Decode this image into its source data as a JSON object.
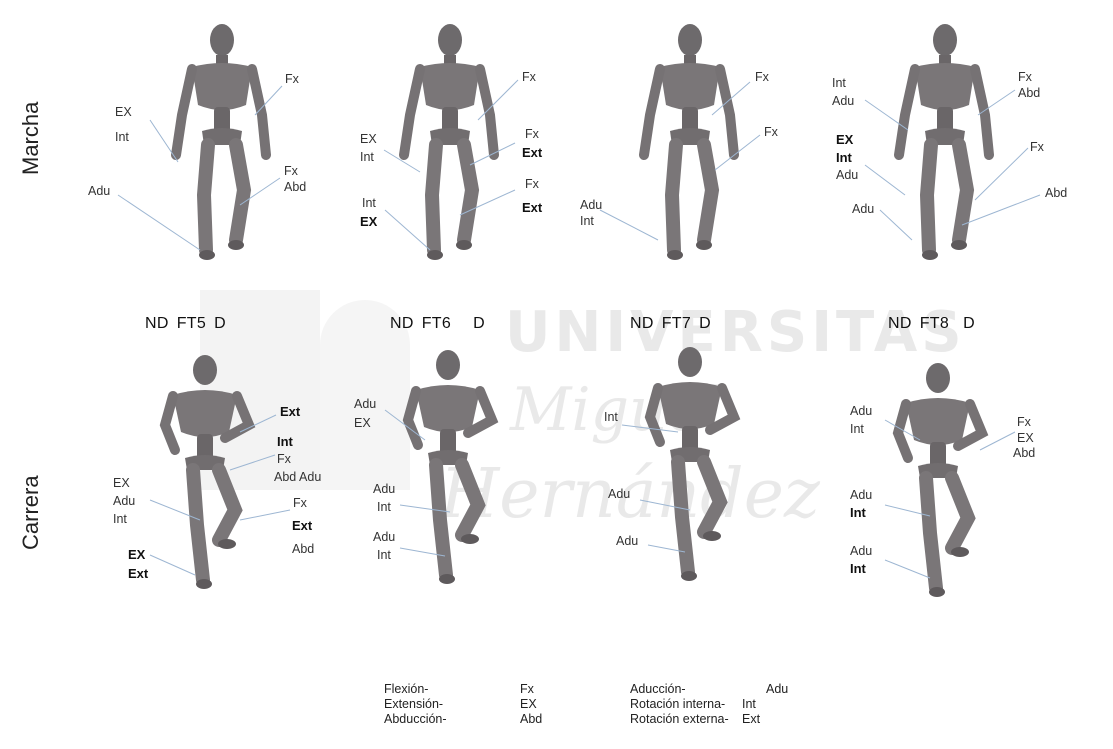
{
  "rows": {
    "top": "Marcha",
    "bottom": "Carrera"
  },
  "watermark": {
    "line1": "UNIVERSITAS",
    "line2": "Miguel",
    "line3": "Hernández"
  },
  "figures": [
    {
      "id": "ft5",
      "left": "ND",
      "name": "FT5",
      "right": "D",
      "top_labels": [
        "Fx",
        "EX",
        "Int",
        "Adu",
        "Fx",
        "Abd"
      ],
      "bottom_labels": [
        "Ext",
        "Int",
        "Fx",
        "Abd Adu",
        "EX",
        "Adu",
        "Int",
        "Fx",
        "Ext",
        "Abd",
        "EX",
        "Ext"
      ]
    },
    {
      "id": "ft6",
      "left": "ND",
      "name": "FT6",
      "right": "D",
      "top_labels": [
        "Fx",
        "EX",
        "Int",
        "Fx",
        "Ext",
        "Fx",
        "Ext",
        "Int",
        "EX"
      ],
      "bottom_labels": [
        "Adu",
        "EX",
        "Adu",
        "Int",
        "Adu",
        "Int"
      ]
    },
    {
      "id": "ft7",
      "left": "ND",
      "name": "FT7",
      "right": "D",
      "top_labels": [
        "Fx",
        "Fx",
        "Adu",
        "Int"
      ],
      "bottom_labels": [
        "Int",
        "Adu",
        "Adu"
      ]
    },
    {
      "id": "ft8",
      "left": "ND",
      "name": "FT8",
      "right": "D",
      "top_labels": [
        "Int",
        "Adu",
        "Fx",
        "Abd",
        "EX",
        "Int",
        "Adu",
        "Fx",
        "Adu",
        "Abd"
      ],
      "bottom_labels": [
        "Adu",
        "Int",
        "Fx",
        "EX",
        "Abd",
        "Adu",
        "Int",
        "Adu",
        "Int"
      ]
    }
  ],
  "legend": [
    {
      "name": "Flexión-",
      "abbr": "Fx"
    },
    {
      "name": "Extensión-",
      "abbr": "EX"
    },
    {
      "name": "Abducción-",
      "abbr": "Abd"
    },
    {
      "name": "Aducción-",
      "abbr": "Adu"
    },
    {
      "name": "Rotación interna-",
      "abbr": "Int"
    },
    {
      "name": "Rotación externa-",
      "abbr": "Ext"
    }
  ]
}
